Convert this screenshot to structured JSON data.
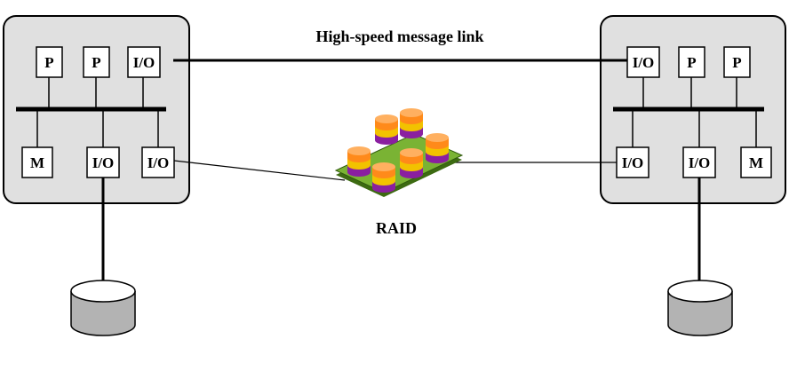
{
  "link_label": "High-speed message link",
  "raid_label": "RAID",
  "left_node": {
    "top_boxes": [
      "P",
      "P",
      "I/O"
    ],
    "bottom_boxes": [
      "M",
      "I/O",
      "I/O"
    ]
  },
  "right_node": {
    "top_boxes": [
      "I/O",
      "P",
      "P"
    ],
    "bottom_boxes": [
      "I/O",
      "I/O",
      "M"
    ]
  },
  "colors": {
    "node_fill": "#e0e0e0",
    "disk_fill": "#b3b3b3",
    "raid_board": "#7ab334",
    "raid_orange": "#ff8a1a",
    "raid_yellow": "#f2c200",
    "raid_purple": "#8a1fa0"
  }
}
